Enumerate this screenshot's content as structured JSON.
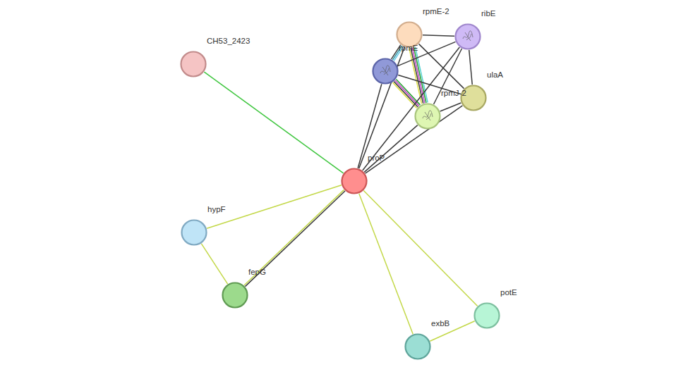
{
  "diagram": {
    "nodes": [
      {
        "text": [
          "rpmE-2"
        ]
      },
      {
        "text": [
          "ribE"
        ]
      },
      {
        "text": [
          "CH53_2423"
        ]
      },
      {
        "text": [
          "rpmE"
        ]
      },
      {
        "text": [
          "ulaA"
        ]
      },
      {
        "text": [
          "rpmJ-2"
        ]
      },
      {
        "text": [
          "proP"
        ]
      },
      {
        "text": [
          "hypF"
        ]
      },
      {
        "text": [
          "fepG"
        ]
      },
      {
        "text": [
          "potE"
        ]
      },
      {
        "text": [
          "exbB"
        ]
      }
    ],
    "edges": [
      {
        "from": 0,
        "to": 1,
        "arrow": "none"
      },
      {
        "from": 0,
        "to": 3,
        "arrow": "none"
      },
      {
        "from": 0,
        "to": 5,
        "arrow": "none"
      },
      {
        "from": 0,
        "to": 4,
        "arrow": "none"
      },
      {
        "from": 1,
        "to": 3,
        "arrow": "none"
      },
      {
        "from": 1,
        "to": 5,
        "arrow": "none"
      },
      {
        "from": 1,
        "to": 4,
        "arrow": "none"
      },
      {
        "from": 3,
        "to": 5,
        "arrow": "none"
      },
      {
        "from": 3,
        "to": 4,
        "arrow": "none"
      },
      {
        "from": 5,
        "to": 4,
        "arrow": "none"
      },
      {
        "from": 2,
        "to": 6,
        "arrow": "none"
      },
      {
        "from": 6,
        "to": 3,
        "arrow": "none"
      },
      {
        "from": 6,
        "to": 0,
        "arrow": "none"
      },
      {
        "from": 6,
        "to": 5,
        "arrow": "none"
      },
      {
        "from": 6,
        "to": 4,
        "arrow": "none"
      },
      {
        "from": 6,
        "to": 1,
        "arrow": "none"
      },
      {
        "from": 6,
        "to": 7,
        "arrow": "none"
      },
      {
        "from": 7,
        "to": 8,
        "arrow": "none"
      },
      {
        "from": 6,
        "to": 8,
        "arrow": "none"
      },
      {
        "from": 6,
        "to": 10,
        "arrow": "none"
      },
      {
        "from": 6,
        "to": 9,
        "arrow": "none"
      },
      {
        "from": 10,
        "to": 9,
        "arrow": "none"
      }
    ]
  }
}
